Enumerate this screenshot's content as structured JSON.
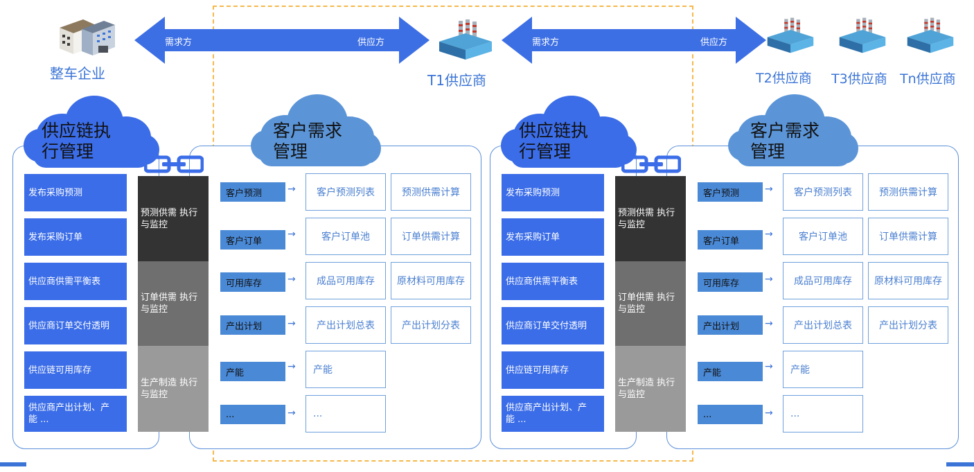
{
  "top": {
    "arrow1": {
      "left_label": "需求方",
      "right_label": "供应方"
    },
    "arrow2": {
      "left_label": "需求方",
      "right_label": "供应方"
    },
    "companies": {
      "oem": "整车企业",
      "t1": "T1供应商",
      "t2": "T2供应商",
      "t3": "T3供应商",
      "tn": "Tn供应商"
    }
  },
  "sections": [
    {
      "left_cloud": "供应链执\n行管理",
      "right_cloud": "客户需求\n管理",
      "left_items": [
        "发布采购预测",
        "发布采购订单",
        "供应商供需平衡表",
        "供应商订单交付透明",
        "供应链可用库存",
        "供应商产出计划、产\n能 ..."
      ],
      "monitors": [
        "预测供需 执行\n与监控",
        "订单供需 执行\n与监控",
        "生产制造 执行\n与监控"
      ],
      "rows": [
        {
          "label": "客户预测",
          "box1": "客户预测列表",
          "box2": "预测供需计算"
        },
        {
          "label": "客户订单",
          "box1": "客户订单池",
          "box2": "订单供需计算"
        },
        {
          "label": "可用库存",
          "box1": "成品可用库存",
          "box2": "原材料可用库存"
        },
        {
          "label": "产出计划",
          "box1": "产出计划总表",
          "box2": "产出计划分表"
        },
        {
          "label": "产能",
          "box1": "产能",
          "box2": ""
        },
        {
          "label": "...",
          "box1": "...",
          "box2": ""
        }
      ]
    },
    {
      "left_cloud": "供应链执\n行管理",
      "right_cloud": "客户需求\n管理",
      "left_items": [
        "发布采购预测",
        "发布采购订单",
        "供应商供需平衡表",
        "供应商订单交付透明",
        "供应链可用库存",
        "供应商产出计划、产\n能 ..."
      ],
      "monitors": [
        "预测供需 执行\n与监控",
        "订单供需 执行\n与监控",
        "生产制造 执行\n与监控"
      ],
      "rows": [
        {
          "label": "客户预测",
          "box1": "客户预测列表",
          "box2": "预测供需计算"
        },
        {
          "label": "客户订单",
          "box1": "客户订单池",
          "box2": "订单供需计算"
        },
        {
          "label": "可用库存",
          "box1": "成品可用库存",
          "box2": "原材料可用库存"
        },
        {
          "label": "产出计划",
          "box1": "产出计划总表",
          "box2": "产出计划分表"
        },
        {
          "label": "产能",
          "box1": "产能",
          "box2": ""
        },
        {
          "label": "...",
          "box1": "...",
          "box2": ""
        }
      ]
    }
  ],
  "colors": {
    "accent_blue": "#3b6de8",
    "cloud_blue": "#5b95d8",
    "monitor_dark": "#333333",
    "monitor_mid": "#6f6f6f",
    "monitor_light": "#9a9a9a",
    "dashed_orange": "#f6b84a"
  }
}
